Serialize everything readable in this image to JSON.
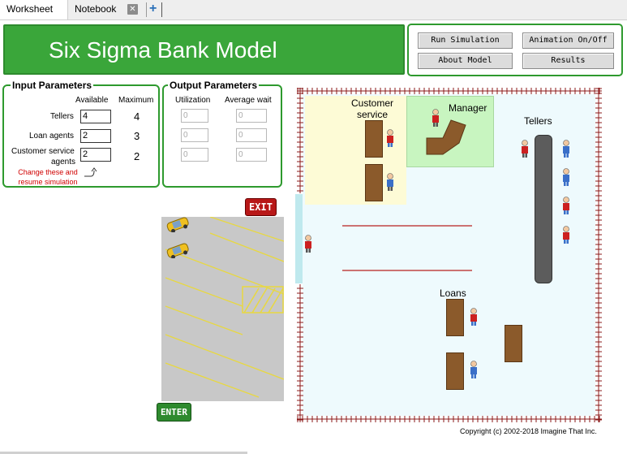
{
  "tabs": [
    {
      "label": "Worksheet"
    },
    {
      "label": "Notebook"
    }
  ],
  "add_tab_symbol": "+",
  "close_symbol": "✕",
  "title": "Six Sigma Bank Model",
  "buttons": {
    "run": "Run Simulation",
    "animation": "Animation On/Off",
    "about": "About Model",
    "results": "Results"
  },
  "input": {
    "title": "Input Parameters",
    "col_available": "Available",
    "col_maximum": "Maximum",
    "rows": [
      {
        "label": "Tellers",
        "available": "4",
        "maximum": "4"
      },
      {
        "label": "Loan agents",
        "available": "2",
        "maximum": "3"
      },
      {
        "label_line1": "Customer service",
        "label_line2": "agents",
        "available": "2",
        "maximum": "2"
      }
    ],
    "note_line1": "Change these and",
    "note_line2": "resume simulation"
  },
  "output": {
    "title": "Output Parameters",
    "col_util": "Utilization",
    "col_wait": "Average wait",
    "rows": [
      {
        "util": "0",
        "wait": "0"
      },
      {
        "util": "0",
        "wait": "0"
      },
      {
        "util": "0",
        "wait": "0"
      }
    ]
  },
  "parking": {
    "exit_label": "EXIT",
    "enter_label": "ENTER"
  },
  "bank": {
    "customer_service_line1": "Customer",
    "customer_service_line2": "service",
    "manager": "Manager",
    "tellers": "Tellers",
    "loans": "Loans"
  },
  "copyright": "Copyright (c) 2002-2018 Imagine That Inc.",
  "colors": {
    "green": "#3aa63a",
    "border_green": "#2e9a2e",
    "fence": "#8b1a1a",
    "desk": "#8b5a2b",
    "person_red": "#cc2020",
    "person_blue": "#3a6fc8"
  }
}
